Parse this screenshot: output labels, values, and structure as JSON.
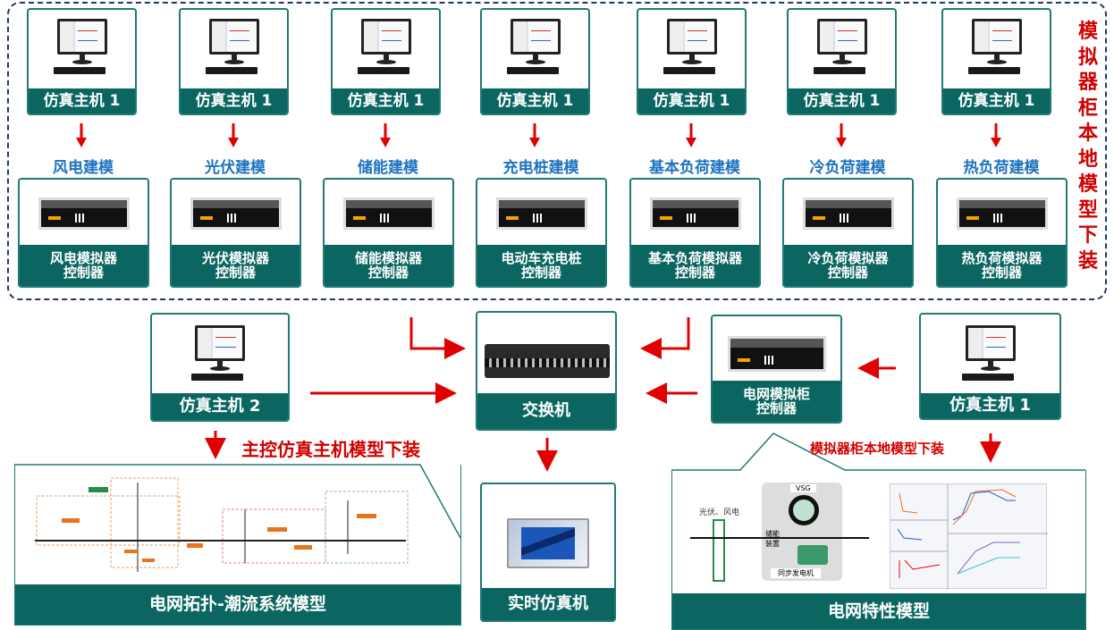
{
  "colors": {
    "teal": "#0b6661",
    "red": "#d00000",
    "blue": "#1e73be",
    "dashed_border": "#1f3864"
  },
  "columns": [
    {
      "host": "仿真主机 1",
      "modeling": "风电建模",
      "controller": [
        "风电模拟器",
        "控制器"
      ]
    },
    {
      "host": "仿真主机 1",
      "modeling": "光伏建模",
      "controller": [
        "光伏模拟器",
        "控制器"
      ]
    },
    {
      "host": "仿真主机 1",
      "modeling": "储能建模",
      "controller": [
        "储能模拟器",
        "控制器"
      ]
    },
    {
      "host": "仿真主机 1",
      "modeling": "充电桩建模",
      "controller": [
        "电动车充电桩",
        "控制器"
      ]
    },
    {
      "host": "仿真主机 1",
      "modeling": "基本负荷建模",
      "controller": [
        "基本负荷模拟器",
        "控制器"
      ]
    },
    {
      "host": "仿真主机 1",
      "modeling": "冷负荷建模",
      "controller": [
        "冷负荷模拟器",
        "控制器"
      ]
    },
    {
      "host": "仿真主机 1",
      "modeling": "热负荷建模",
      "controller": [
        "热负荷模拟器",
        "控制器"
      ]
    }
  ],
  "side_label": "模拟器柜本地模型下装",
  "middle": {
    "host2": "仿真主机 2",
    "switch": "交换机",
    "grid_cabinet": [
      "电网模拟柜",
      "控制器"
    ],
    "host1": "仿真主机 1"
  },
  "annotations": {
    "master_download": "主控仿真主机模型下装",
    "local_download": "模拟器柜本地模型下装"
  },
  "bottom": {
    "topology": "电网拓扑-潮流系统模型",
    "realtime": "实时仿真机",
    "characteristics": "电网特性模型",
    "char_diagram": {
      "pv_wind": "光伏、风电",
      "vsg": "VSG",
      "storage": "储能\n装置",
      "sync_gen": "同步发电机"
    }
  }
}
